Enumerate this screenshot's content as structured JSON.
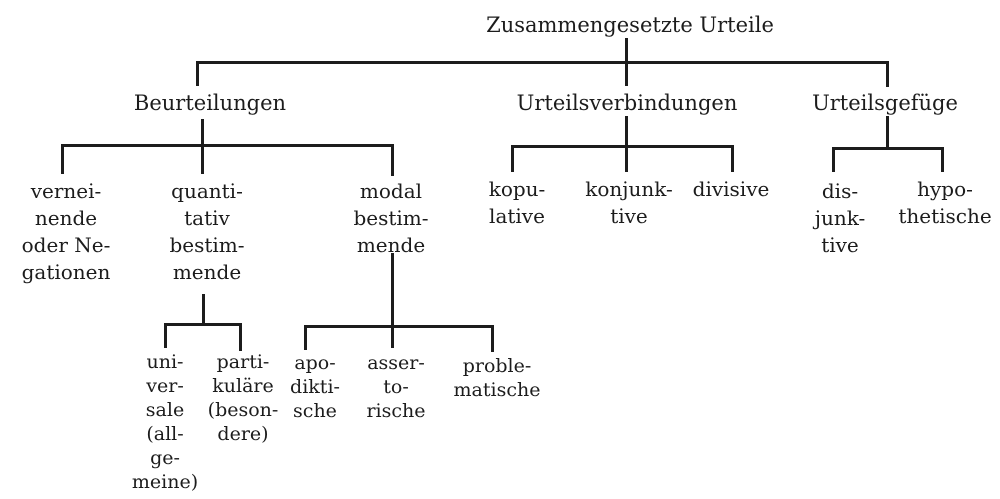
{
  "colors": {
    "ink": "#1c1c1c",
    "background": "#ffffff"
  },
  "diagram": {
    "root": {
      "label": "Zusammengesetzte Urteile"
    },
    "branches": [
      {
        "label": "Beurteilungen",
        "children": [
          {
            "label": "vernei-\nnende\noder Ne-\ngationen"
          },
          {
            "label": "quanti-\ntativ\nbestim-\nmende",
            "children": [
              {
                "label": "uni-\nver-\nsale\n(all-\nge-\nmeine)"
              },
              {
                "label": "parti-\nkuläre\n(beson-\ndere)"
              }
            ]
          },
          {
            "label": "modal\nbestim-\nmende",
            "children": [
              {
                "label": "apo-\ndikti-\nsche"
              },
              {
                "label": "asser-\nto-\nrische"
              },
              {
                "label": "proble-\nmatische"
              }
            ]
          }
        ]
      },
      {
        "label": "Urteilsverbindungen",
        "children": [
          {
            "label": "kopu-\nlative"
          },
          {
            "label": "konjunk-\ntive"
          },
          {
            "label": "divisive"
          }
        ]
      },
      {
        "label": "Urteilsgefüge",
        "children": [
          {
            "label": "dis-\njunk-\ntive"
          },
          {
            "label": "hypo-\nthetische"
          }
        ]
      }
    ]
  }
}
